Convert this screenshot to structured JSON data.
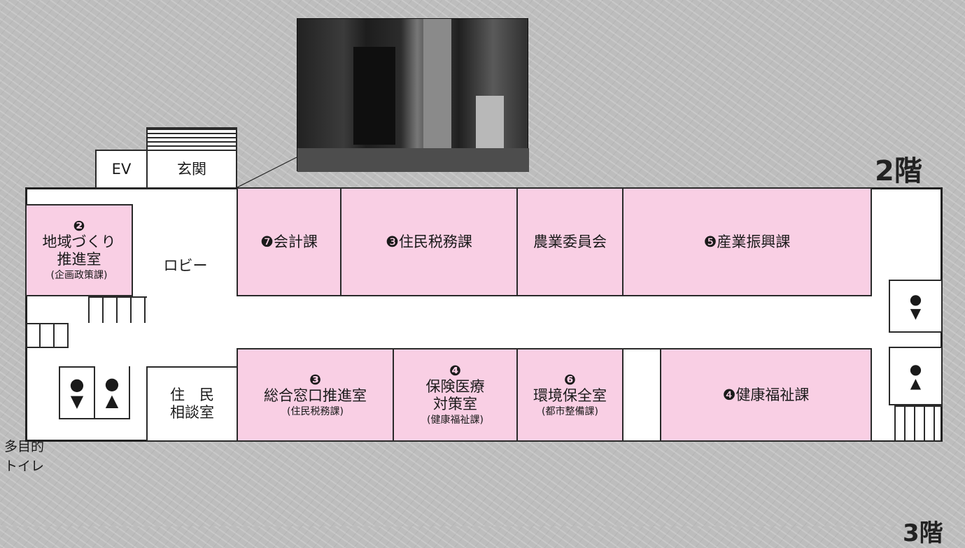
{
  "floor_label": "2階",
  "bottom_floor_label": "3階",
  "rooms": {
    "ev": "EV",
    "entrance": "玄関",
    "lobby": "ロビー",
    "regional_num": "❷",
    "regional_name_1": "地域づくり",
    "regional_name_2": "推進室",
    "regional_sub": "(企画政策課)",
    "accounting": "❼会計課",
    "resident_tax": "❸住民税務課",
    "agri_committee": "農業委員会",
    "industry": "❺産業振興課",
    "consult_1": "住　民",
    "consult_2": "相談室",
    "window_num": "❸",
    "window_name": "総合窓口推進室",
    "window_sub": "(住民税務課)",
    "insurance_num": "❹",
    "insurance_name_1": "保険医療",
    "insurance_name_2": "対策室",
    "insurance_sub": "(健康福祉課)",
    "env_num": "❻",
    "env_name": "環境保全室",
    "env_sub": "(都市整備課)",
    "health": "❹健康福祉課"
  },
  "multipurpose_toilet_1": "多目的",
  "multipurpose_toilet_2": "トイレ",
  "icons": {
    "toilet_men": "man-icon",
    "toilet_women": "woman-icon"
  },
  "colors": {
    "office_fill": "#f9cfe4",
    "wall": "#2a2a2a",
    "background": "#bdbdbd"
  }
}
